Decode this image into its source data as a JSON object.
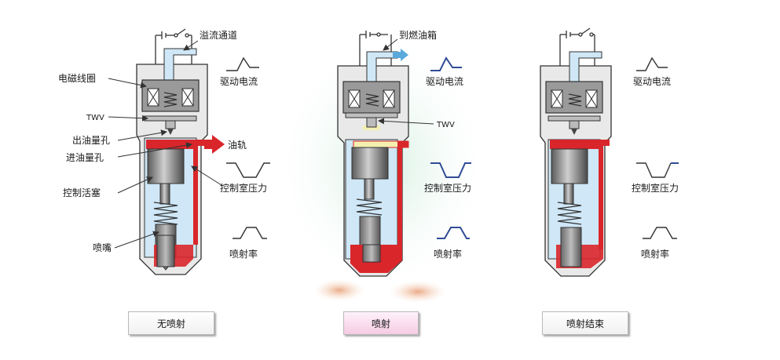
{
  "colors": {
    "red": "#d9262b",
    "light_blue": "#cfe7f6",
    "body_gray": "#e9e9e9",
    "outline": "#333333",
    "graph_blue": "#2f4d96",
    "glow": "#d6efe0"
  },
  "labels": {
    "overflow_channel": "溢流通道",
    "solenoid_coil": "电磁线圈",
    "twv": "TWV",
    "outlet_orifice": "出油量孔",
    "rail": "油轨",
    "inlet_orifice": "进油量孔",
    "control_piston": "控制活塞",
    "nozzle": "喷嘴",
    "to_tank": "到燃油箱",
    "drive_current": "驱动电流",
    "chamber_pressure": "控制室压力",
    "injection_rate": "喷射率"
  },
  "captions": {
    "left": "无喷射",
    "middle": "喷射",
    "right": "喷射结束"
  }
}
